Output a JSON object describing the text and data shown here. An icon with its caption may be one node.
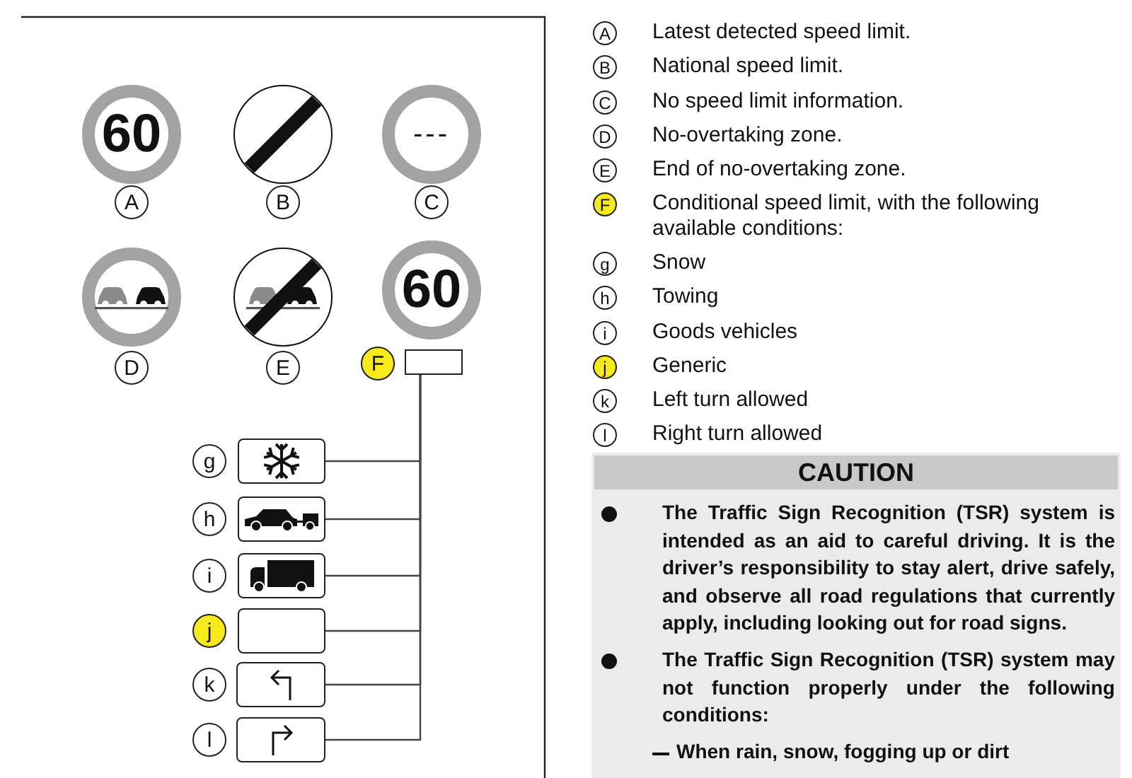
{
  "diagram": {
    "nodes": [
      {
        "text": [
          "60"
        ],
        "beside": [
          "A"
        ]
      },
      {
        "text": [],
        "shape": "circle",
        "beside": [
          "B"
        ]
      },
      {
        "text": [
          "---"
        ],
        "beside": [
          "C"
        ]
      },
      {
        "text": [],
        "shape": "circle",
        "beside": [
          "D"
        ]
      },
      {
        "text": [],
        "shape": "circle",
        "beside": [
          "E"
        ]
      },
      {
        "text": [
          "60"
        ]
      },
      {
        "text": [],
        "shape": "box",
        "beside": [
          "F"
        ]
      },
      {
        "text": [],
        "shape": "box",
        "beside": [
          "g"
        ]
      },
      {
        "text": [],
        "shape": "box",
        "beside": [
          "h"
        ]
      },
      {
        "text": [],
        "shape": "box",
        "beside": [
          "i"
        ]
      },
      {
        "text": [],
        "shape": "box",
        "beside": [
          "j"
        ]
      },
      {
        "text": [],
        "shape": "box",
        "beside": [
          "k"
        ]
      },
      {
        "text": [],
        "shape": "box",
        "beside": [
          "l"
        ]
      },
      {
        "text": [
          "CAUTION",
          "The Traffic Sign Recognition (TSR) system is intended as an aid to careful driving. It is the driver’s responsibility to stay alert, drive safely, and observe all road regulations that currently apply, including looking out for road signs.",
          "The Traffic Sign Recognition (TSR) system may not function properly under the following conditions:",
          "When rain, snow, fogging up or dirt"
        ]
      }
    ],
    "edges": [
      {
        "from": 6,
        "to": 7,
        "arrow": "none"
      },
      {
        "from": 6,
        "to": 8,
        "arrow": "none"
      },
      {
        "from": 6,
        "to": 9,
        "arrow": "none"
      },
      {
        "from": 6,
        "to": 10,
        "arrow": "none"
      },
      {
        "from": 6,
        "to": 11,
        "arrow": "none"
      },
      {
        "from": 6,
        "to": 12,
        "arrow": "none"
      }
    ],
    "labels": [
      "A",
      "Latest detected speed limit.",
      "B",
      "National speed limit.",
      "C",
      "No speed limit information.",
      "D",
      "No-overtaking zone.",
      "E",
      "End of no-overtaking zone.",
      "F",
      "Conditional speed limit, with the following available conditions:",
      "g",
      "Snow",
      "h",
      "Towing",
      "i",
      "Goods vehicles",
      "j",
      "Generic",
      "k",
      "Left turn allowed",
      "l",
      "Right turn allowed"
    ]
  }
}
